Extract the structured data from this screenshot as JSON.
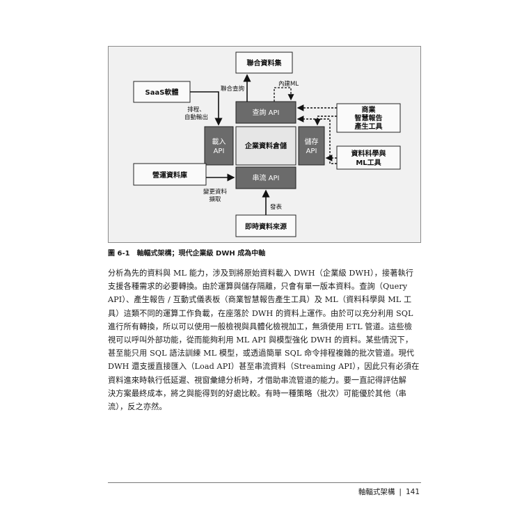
{
  "figure": {
    "boxes": {
      "federated": "聯合資料集",
      "saas": "SaaS軟體",
      "query_api": "查詢 API",
      "bi_line1": "商業",
      "bi_line2": "智慧報告",
      "bi_line3": "產生工具",
      "load_api_1": "載入",
      "load_api_2": "API",
      "warehouse": "企業資料倉儲",
      "storage_api_1": "儲存",
      "storage_api_2": "API",
      "ds_line1": "資料科學與",
      "ds_line2": "ML工具",
      "ops_db": "營運資料庫",
      "stream_api": "串流 API",
      "realtime": "即時資料來源"
    },
    "labels": {
      "federated_query": "聯合查詢",
      "builtin_ml": "內建ML",
      "etl_1": "排程、",
      "etl_2": "自動輸出",
      "cdc_1": "變更資料",
      "cdc_2": "擷取",
      "publish": "發表"
    }
  },
  "caption": {
    "number": "圖 6-1",
    "text": "軸輻式架構；現代企業級 DWH 成為中軸"
  },
  "body": {
    "lines": [
      "分析為先的資料與 ML 能力，涉及到將原始資料載入 DWH（企業級 DWH），接著執行",
      "支援各種需求的必要轉換。由於運算與儲存隔離，只會有單一版本資料。查詢（Query",
      "API）、產生報告 / 互動式儀表板（商業智慧報告產生工具）及 ML（資料科學與 ML 工",
      "具）這類不同的運算工作負載，在座落於 DWH 的資料上運作。由於可以充分利用 SQL",
      "進行所有轉換，所以可以使用一般檢視與具體化檢視加工，無須使用 ETL 管道。這些檢",
      "視可以呼叫外部功能，從而能夠利用 ML API 與模型強化 DWH 的資料。某些情況下，",
      "甚至能只用 SQL 語法訓練 ML 模型，或透過簡單 SQL 命令排程複雜的批次管道。現代",
      "DWH 還支援直接匯入（Load API）甚至串流資料（Streaming API），因此只有必須在",
      "資料進來時執行低延遲、視窗彙總分析時，才借助串流管道的能力。要一直記得評估解",
      "決方案最終成本，將之與能得到的好處比較。有時一種策略（批次）可能優於其他（串",
      "流），反之亦然。"
    ]
  },
  "footer": {
    "section": "軸輻式架構",
    "separator": "|",
    "page": "141"
  },
  "colors": {
    "dark_box": "#6b6b6b",
    "hub_box": "#e6e6e6",
    "frame_bg": "#f1f1f1"
  }
}
